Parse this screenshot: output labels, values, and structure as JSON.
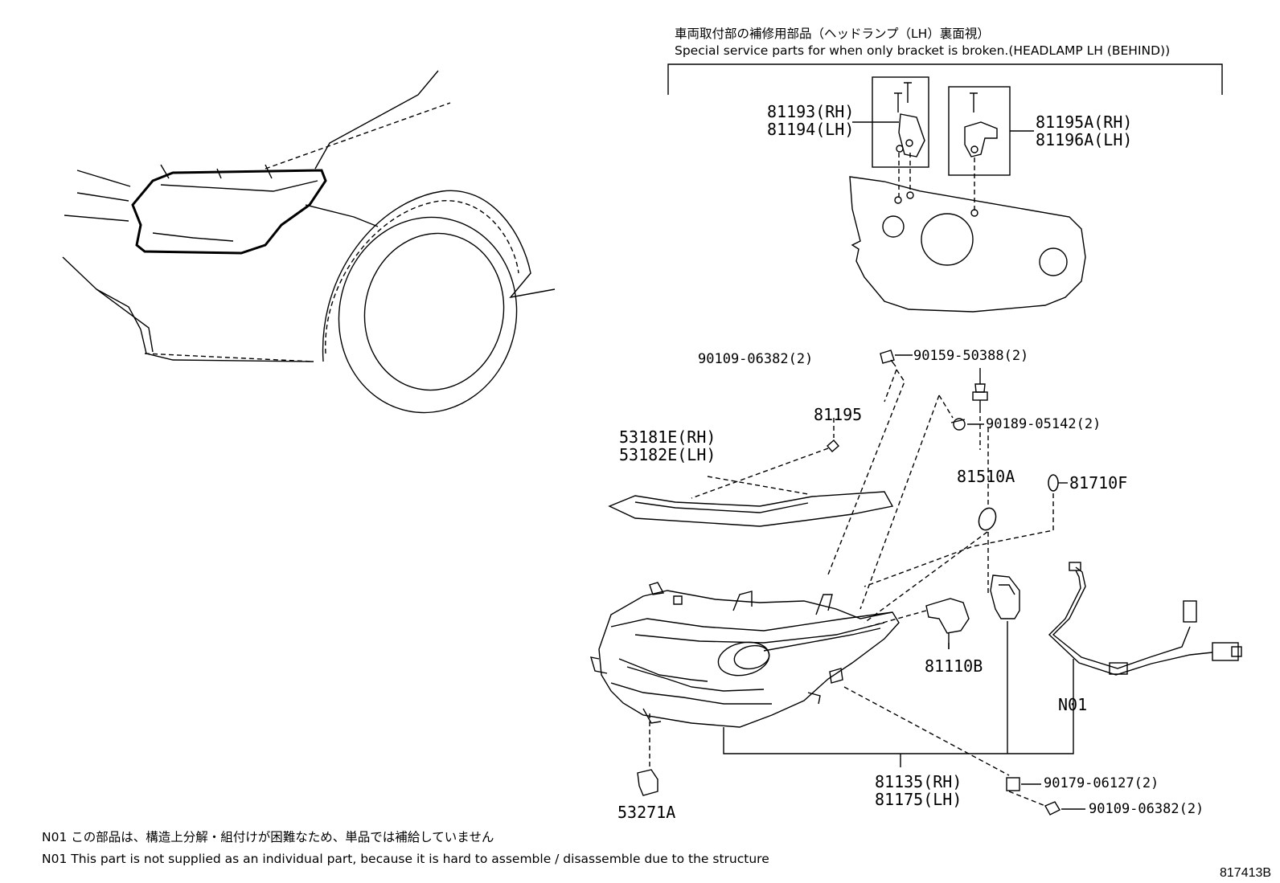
{
  "header": {
    "title_jp": "車両取付部の補修用部品（ヘッドランプ（LH）裏面視）",
    "title_en": "Special service parts for when only bracket is broken.(HEADLAMP LH (BEHIND))"
  },
  "parts": {
    "p81193": "81193(RH)",
    "p81194": "81194(LH)",
    "p81195A": "81195A(RH)",
    "p81196A": "81196A(LH)",
    "p90109a": "90109-06382(2)",
    "p90159": "90159-50388(2)",
    "p81195": "81195",
    "p90189": "90189-05142(2)",
    "p53181E": "53181E(RH)",
    "p53182E": "53182E(LH)",
    "p81510A": "81510A",
    "p81710F": "81710F",
    "p81110B": "81110B",
    "pN01": "N01",
    "p81135": "81135(RH)",
    "p81175": "81175(LH)",
    "p90179": "90179-06127(2)",
    "p90109b": "90109-06382(2)",
    "p53271A": "53271A"
  },
  "notes": {
    "jp": "N01 この部品は、構造上分解・組付けが困難なため、単品では補給していません",
    "en": "N01 This part is not supplied as an individual part, because it is hard to assemble / disassemble due to the structure"
  },
  "diagram_code": "817413B"
}
